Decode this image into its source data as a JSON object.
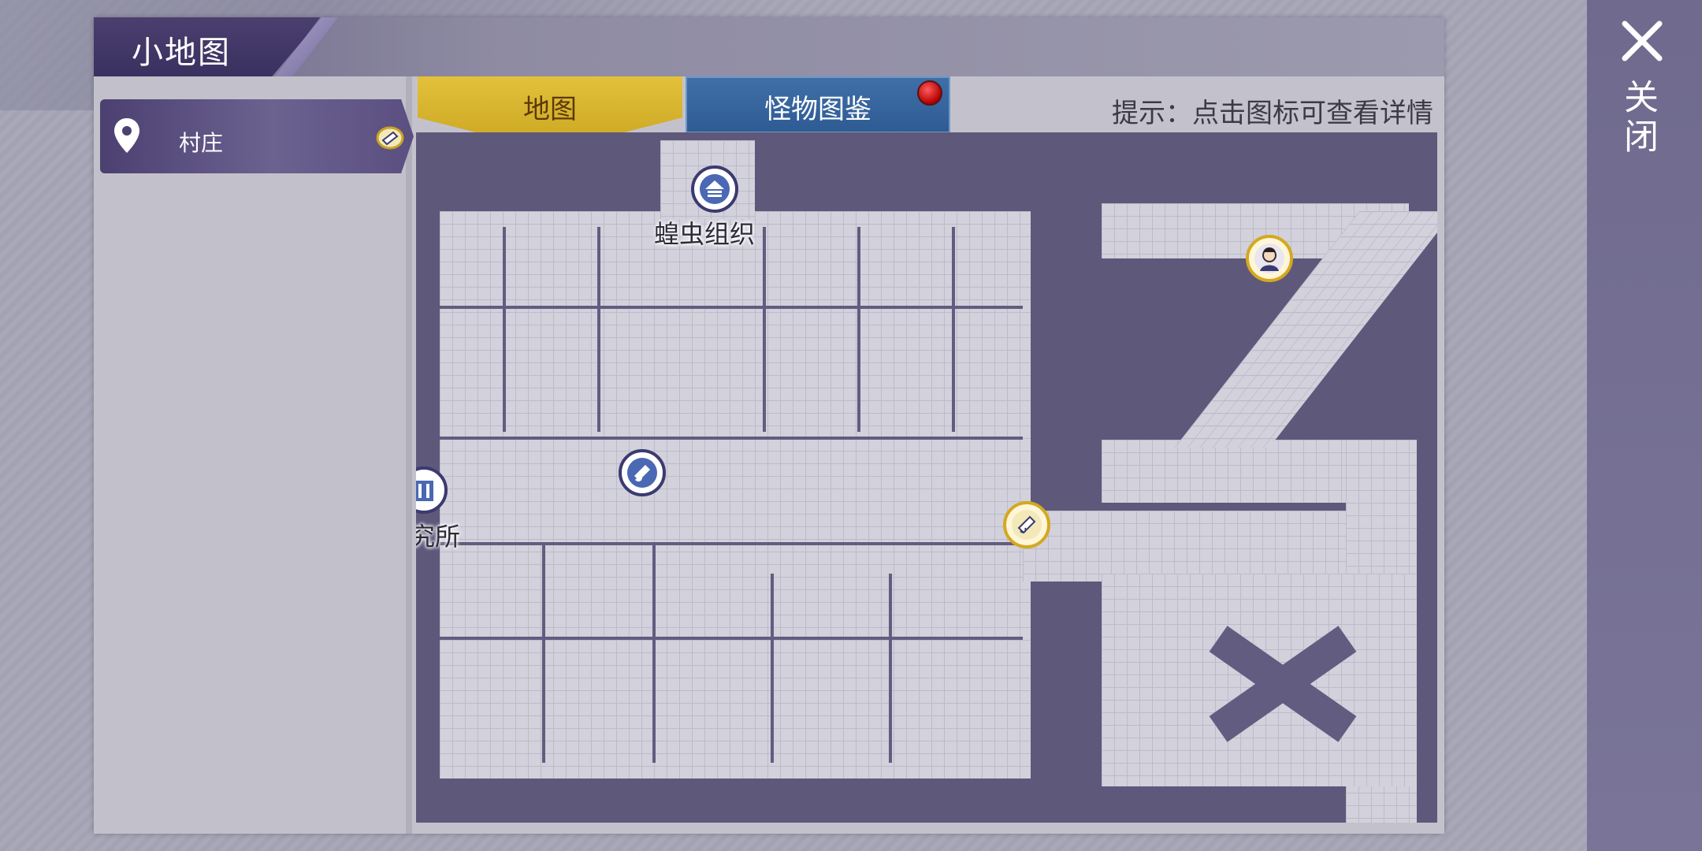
{
  "window": {
    "title": "小地图"
  },
  "sidebar": {
    "items": [
      {
        "label": "村庄",
        "icon": "location-pin-icon",
        "badge_icon": "scroll-icon"
      }
    ]
  },
  "tabs": [
    {
      "label": "地图",
      "active": true
    },
    {
      "label": "怪物图鉴",
      "active": false,
      "has_notification": true
    }
  ],
  "hint": "提示：点击图标可查看详情",
  "map": {
    "labels": {
      "locust_org": "蝗虫组织",
      "research_partial": "究所"
    },
    "markers": [
      {
        "name": "locust-org-marker",
        "icon": "house-icon"
      },
      {
        "name": "research-marker",
        "icon": "building-icon"
      },
      {
        "name": "scroll-marker",
        "icon": "scroll-icon"
      },
      {
        "name": "scroll-marker-gold",
        "icon": "scroll-icon"
      },
      {
        "name": "npc-portrait-marker",
        "icon": "portrait-icon"
      }
    ]
  },
  "close": {
    "label": "关闭"
  },
  "colors": {
    "tab_map": "#e4c13a",
    "tab_monster": "#3f6fa8",
    "map_bg": "#5e587b",
    "floor": "#d2d1dc"
  }
}
